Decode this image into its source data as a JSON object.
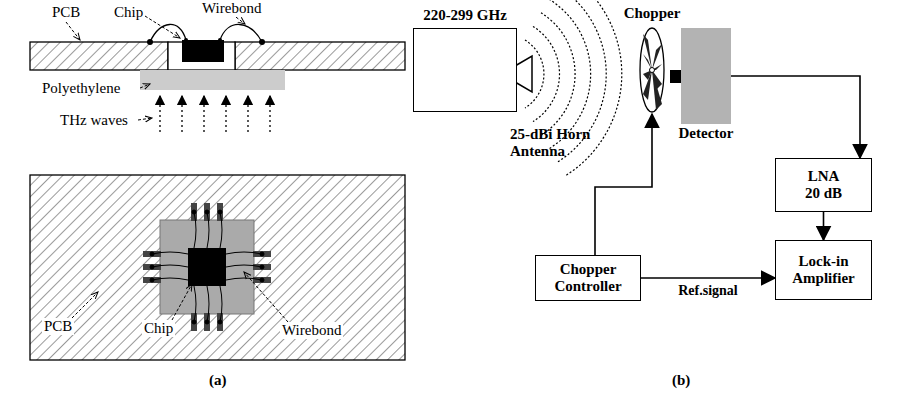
{
  "diagram": {
    "nodes": [
      {
        "text": [
          "220-299 GHz"
        ]
      },
      {
        "text": [
          "Chopper"
        ]
      },
      {
        "text": [
          "Detector"
        ]
      },
      {
        "text": [
          "LNA",
          "20 dB"
        ]
      },
      {
        "text": [
          "Chopper Controller"
        ]
      },
      {
        "text": [
          "Lock-in Amplifier"
        ]
      }
    ],
    "edges": [
      {
        "from": 2,
        "to": 3,
        "arrow": "to"
      },
      {
        "from": 3,
        "to": 5,
        "arrow": "to"
      },
      {
        "from": 4,
        "to": 1,
        "arrow": "to"
      },
      {
        "from": 4,
        "to": 5,
        "label": "Ref.signal",
        "arrow": "to"
      }
    ],
    "labels": [
      "PCB",
      "Chip",
      "Wirebond",
      "Polyethylene",
      "THz waves",
      "PCB",
      "Chip",
      "Wirebond",
      "(a)",
      "25-dBi Horn Antenna",
      "(b)"
    ]
  }
}
